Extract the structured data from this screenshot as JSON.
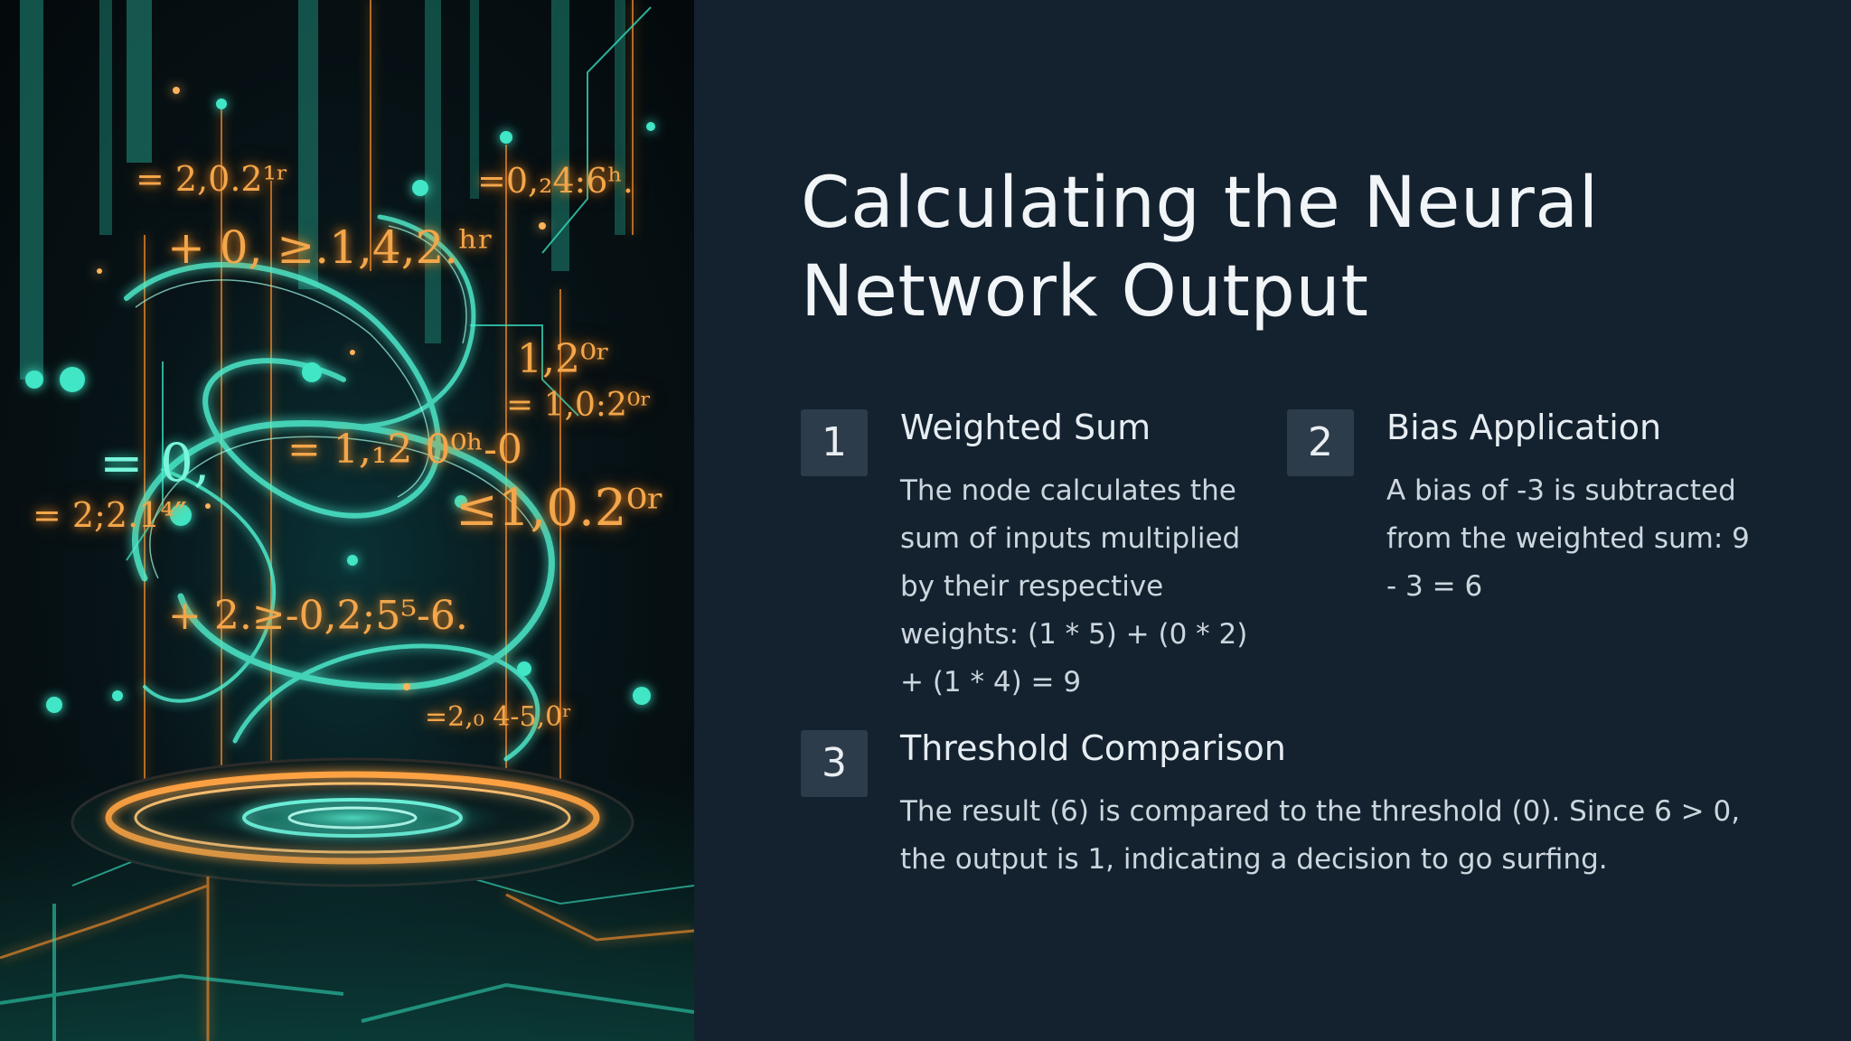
{
  "slide": {
    "title": "Calculating the Neural Network Output",
    "steps": [
      {
        "number": "1",
        "title": "Weighted Sum",
        "body": "The node calculates the sum of inputs multiplied by their respective weights: (1 * 5) + (0 * 2) + (1 * 4) = 9"
      },
      {
        "number": "2",
        "title": "Bias Application",
        "body": "A bias of -3 is subtracted from the weighted sum: 9 - 3 = 6"
      },
      {
        "number": "3",
        "title": "Threshold Comparison",
        "body": "The result (6) is compared to the threshold (0). Since 6 > 0, the output is 1, indicating a decision to go surfing."
      }
    ]
  },
  "art": {
    "formulas": [
      "= 2,0.2¹ʳ",
      "=0,₂4:6ʰ.",
      "+ 0, ≥.1,4,2.ʰʳ",
      "1,2⁰ʳ",
      "= 1,0:2⁰ʳ",
      "= 0,",
      "= 1,₁2 0⁰ʰ-0",
      "= 2;2.1⁴″",
      "≤1,0.2⁰ʳ",
      "+ 2.≥-0,2;5⁵-6.",
      "=2,₀ 4-5,0ʳ"
    ],
    "colors": {
      "glow_orange": "#f3a64b",
      "glow_teal": "#37e0c0"
    }
  }
}
